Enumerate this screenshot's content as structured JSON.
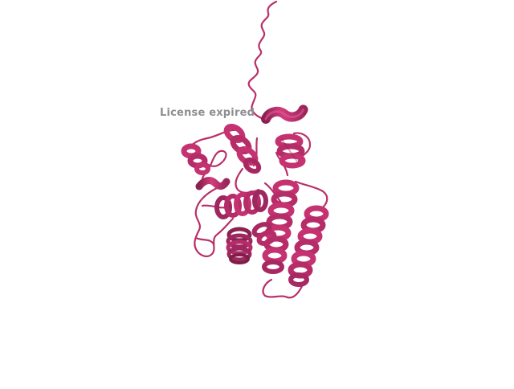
{
  "watermark": {
    "text": "License expired"
  },
  "structure": {
    "subject": "protein-cartoon",
    "style": "ribbon",
    "colors": {
      "cartoon": "#c2336f",
      "cartoon_dark": "#7e1f47",
      "cartoon_light": "#e0559a",
      "background": "#ffffff",
      "watermark": "#8e8e93"
    }
  }
}
